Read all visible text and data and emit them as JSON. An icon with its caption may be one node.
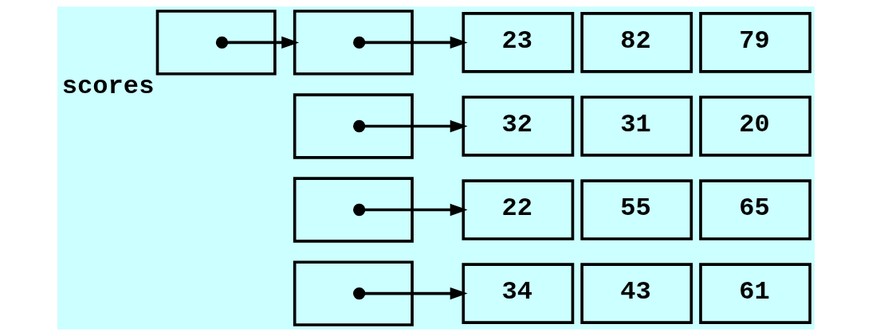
{
  "diagram": {
    "nodes": [
      {
        "text": [],
        "shape": "box",
        "beside": [
          "scores"
        ]
      },
      {
        "text": [],
        "shape": "box"
      },
      {
        "text": [],
        "shape": "box"
      },
      {
        "text": [],
        "shape": "box"
      },
      {
        "text": [],
        "shape": "box"
      },
      {
        "text": [
          "23"
        ]
      },
      {
        "text": [
          "82"
        ]
      },
      {
        "text": [
          "79"
        ]
      },
      {
        "text": [
          "32"
        ]
      },
      {
        "text": [
          "31"
        ]
      },
      {
        "text": [
          "20"
        ]
      },
      {
        "text": [
          "22"
        ]
      },
      {
        "text": [
          "55"
        ]
      },
      {
        "text": [
          "65"
        ]
      },
      {
        "text": [
          "34"
        ]
      },
      {
        "text": [
          "43"
        ]
      },
      {
        "text": [
          "61"
        ]
      }
    ],
    "edges": [
      {
        "from": 0,
        "to": 1,
        "arrow": "to"
      },
      {
        "from": 1,
        "to": 5,
        "arrow": "to"
      },
      {
        "from": 2,
        "to": 8,
        "arrow": "to"
      },
      {
        "from": 3,
        "to": 11,
        "arrow": "to"
      },
      {
        "from": 4,
        "to": 14,
        "arrow": "to"
      }
    ]
  }
}
